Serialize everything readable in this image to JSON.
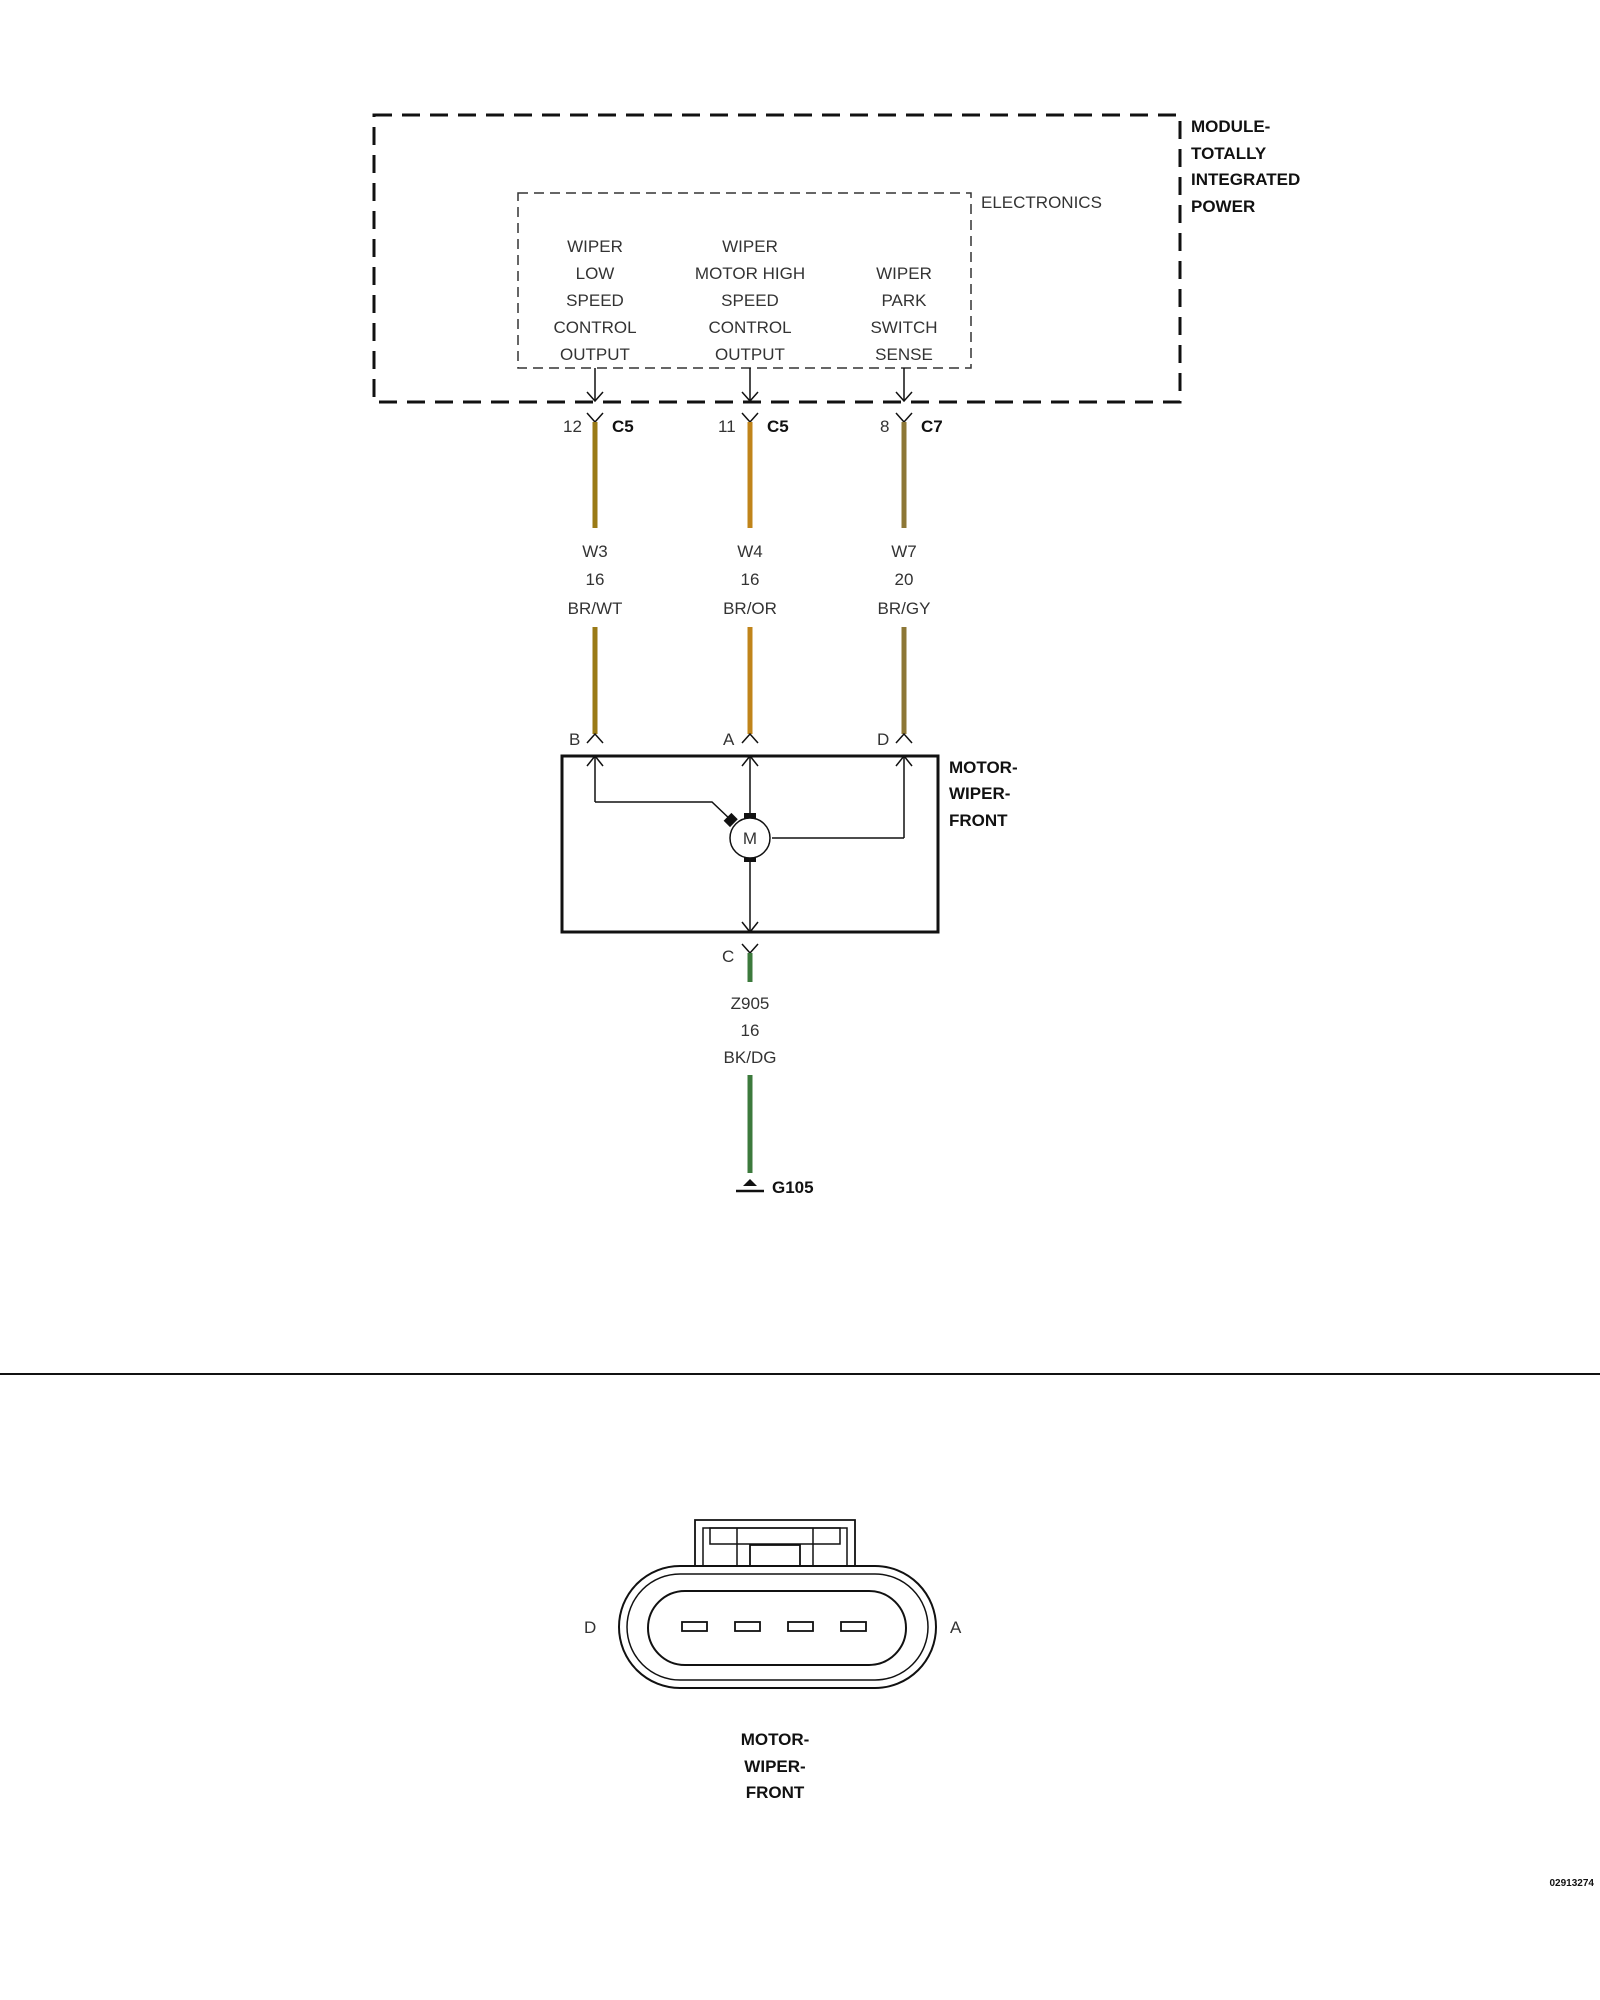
{
  "module": {
    "name_lines": [
      "MODULE-",
      "TOTALLY",
      "INTEGRATED",
      "POWER"
    ],
    "electronics_label": "ELECTRONICS",
    "outputs": [
      {
        "lines": [
          "WIPER",
          "LOW",
          "SPEED",
          "CONTROL",
          "OUTPUT"
        ]
      },
      {
        "lines": [
          "WIPER",
          "MOTOR HIGH",
          "SPEED",
          "CONTROL",
          "OUTPUT"
        ]
      },
      {
        "lines": [
          "WIPER",
          "PARK",
          "SWITCH",
          "SENSE"
        ]
      }
    ]
  },
  "wires": [
    {
      "pin": "12",
      "connector": "C5",
      "circuit": "W3",
      "gauge": "16",
      "color_code": "BR/WT",
      "motor_pin": "B",
      "color": "#9a7a16"
    },
    {
      "pin": "11",
      "connector": "C5",
      "circuit": "W4",
      "gauge": "16",
      "color_code": "BR/OR",
      "motor_pin": "A",
      "color": "#c0841a"
    },
    {
      "pin": "8",
      "connector": "C7",
      "circuit": "W7",
      "gauge": "20",
      "color_code": "BR/GY",
      "motor_pin": "D",
      "color": "#8d7736"
    }
  ],
  "motor": {
    "name_lines": [
      "MOTOR-",
      "WIPER-",
      "FRONT"
    ],
    "symbol": "M",
    "ground_pin": "C"
  },
  "ground": {
    "circuit": "Z905",
    "gauge": "16",
    "color_code": "BK/DG",
    "name": "G105",
    "color": "#3c7a3c"
  },
  "connector_view": {
    "left_pin": "D",
    "right_pin": "A",
    "name_lines": [
      "MOTOR-",
      "WIPER-",
      "FRONT"
    ]
  },
  "figure_id": "02913274"
}
